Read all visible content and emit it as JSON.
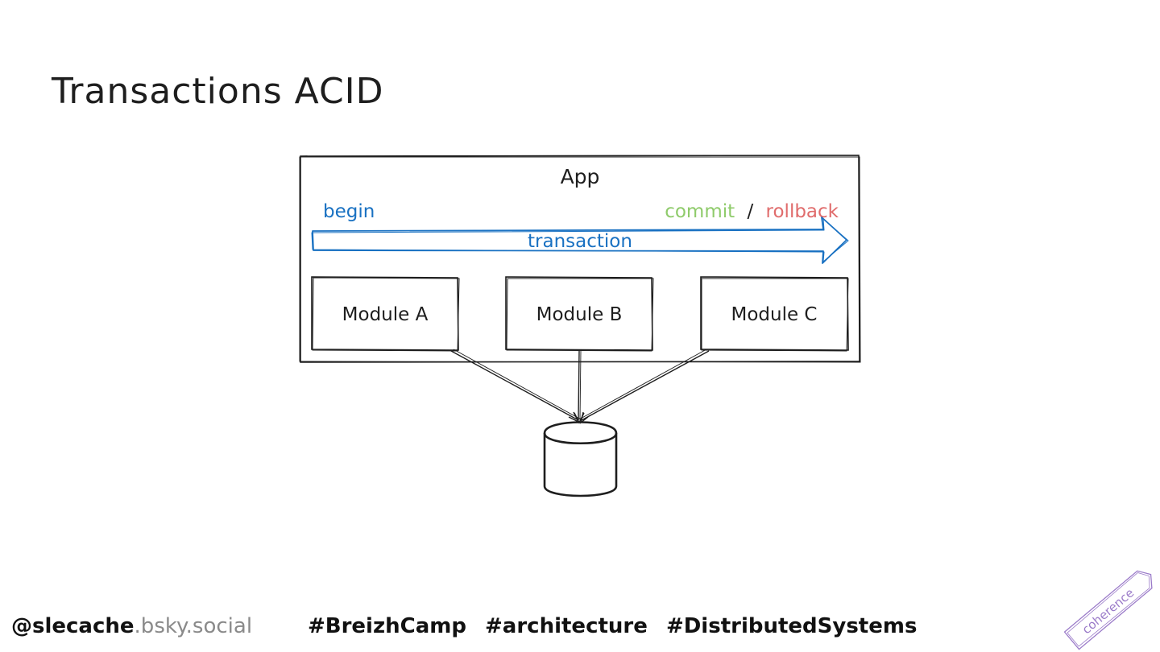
{
  "slide": {
    "title": "Transactions ACID"
  },
  "diagram": {
    "app_label": "App",
    "begin_label": "begin",
    "commit_label": "commit",
    "separator": "/",
    "rollback_label": "rollback",
    "transaction_label": "transaction",
    "modules": [
      "Module A",
      "Module B",
      "Module C"
    ],
    "colors": {
      "stroke": "#1e1e1e",
      "transaction": "#1971c2",
      "commit": "#8fcb6b",
      "rollback": "#e06c6c",
      "stamp": "#9b7bc9"
    }
  },
  "footer": {
    "handle": "@slecache",
    "domain": ".bsky.social",
    "tags": [
      "#BreizhCamp",
      "#architecture",
      "#DistributedSystems"
    ]
  },
  "stamp": {
    "text": "coherence"
  }
}
